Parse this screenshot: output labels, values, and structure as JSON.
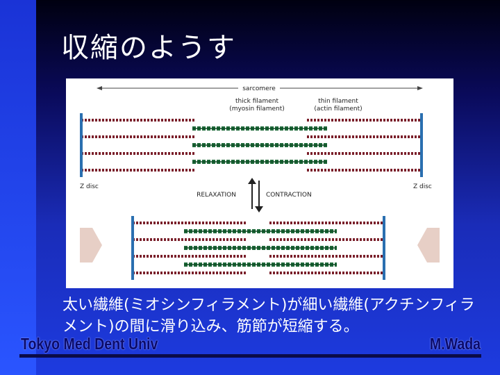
{
  "slide": {
    "title": "収縮のようす",
    "caption": "太い繊維(ミオシンフィラメント)が細い繊維(アクチンフィラメント)の間に滑り込み、筋節が短縮する。",
    "footer_left": "Tokyo Med Dent Univ",
    "footer_right": "M.Wada"
  },
  "figure": {
    "sarcomere_label": "sarcomere",
    "thick_label_1": "thick filament",
    "thick_label_2": "(myosin filament)",
    "thin_label_1": "thin filament",
    "thin_label_2": "(actin filament)",
    "zdisc_left": "Z disc",
    "zdisc_right": "Z disc",
    "relaxation": "RELAXATION",
    "contraction": "CONTRACTION"
  },
  "colors": {
    "zdisc": "#2a6fb0",
    "actin": "#7a1f2a",
    "myosin": "#1f6a3a",
    "arrow": "#e7cfc6"
  }
}
